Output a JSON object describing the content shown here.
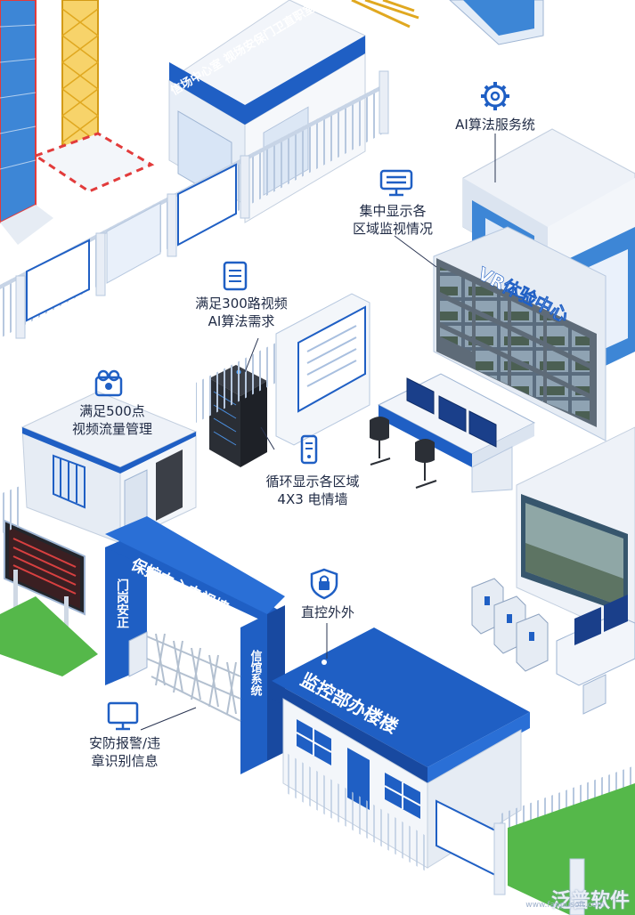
{
  "labels": {
    "ai_service": "AI算法服务统",
    "central_display_1": "集中显示各",
    "central_display_2": "区域监视情况",
    "video300_1": "满足300路视频",
    "video300_2": "AI算法需求",
    "points500_1": "满足500点",
    "points500_2": "视频流量管理",
    "cycle_1": "循环显示各区域",
    "cycle_2": "4X3 电情墙",
    "direct": "直控外外",
    "alarm_1": "安防报警/违",
    "alarm_2": "章识别信息"
  },
  "signs": {
    "top_building": "信场中心室  视场安保门卫直职室",
    "vr_center": "VR体验中心",
    "gate_top": "保控中心电视墙",
    "gate_left": "门岗安正",
    "gate_right": "信馆系统",
    "office": "监控部办楼楼"
  },
  "watermark": {
    "brand": "泛普软件",
    "url": "www.fanpusoft.com"
  },
  "colors": {
    "brand_blue": "#1f5fc4",
    "deep_blue": "#1849a0",
    "light_blue": "#d9e6f7",
    "grass": "#55b84a",
    "crane": "#f0c23a",
    "text": "#1f2a44"
  }
}
